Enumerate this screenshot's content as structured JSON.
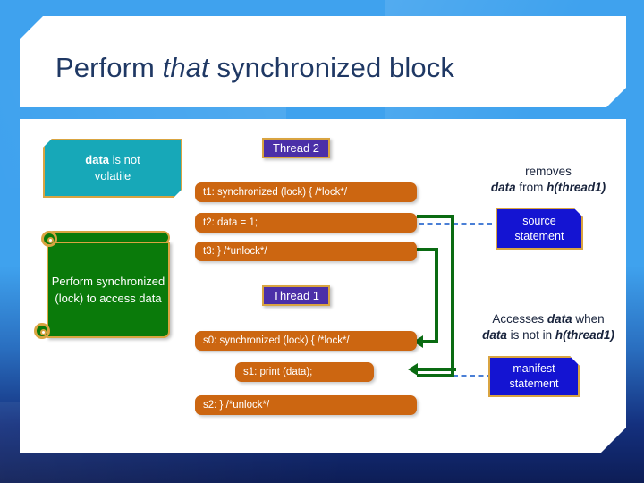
{
  "slide": {
    "title_prefix": "Perform ",
    "title_emphasis": "that",
    "title_suffix": " synchronized block"
  },
  "left_callouts": {
    "volatile_note": {
      "bold": "data",
      "rest": " is not",
      "line2": "volatile"
    },
    "perform_note": "Perform synchronized (lock) to access data"
  },
  "thread2": {
    "badge": "Thread 2",
    "statements": [
      {
        "id": "t1",
        "text": "t1: synchronized (lock) { /*lock*/"
      },
      {
        "id": "t2",
        "text": "t2:     data = 1;"
      },
      {
        "id": "t3",
        "text": "t3: } /*unlock*/"
      }
    ]
  },
  "thread1": {
    "badge": "Thread 1",
    "statements": [
      {
        "id": "s0",
        "text": "s0: synchronized (lock) { /*lock*/"
      },
      {
        "id": "s1",
        "text": "s1: print (data);"
      },
      {
        "id": "s2",
        "text": "s2: } /*unlock*/"
      }
    ]
  },
  "annotations": {
    "source": {
      "line1": "removes",
      "line2_a": "data",
      "line2_b": " from ",
      "line2_c": "h(thread1)",
      "box_line1": "source",
      "box_line2": "statement"
    },
    "manifest": {
      "line1_a": "Accesses ",
      "line1_b": "data",
      "line1_c": " when",
      "line2_a": "data",
      "line2_b": " is not in ",
      "line2_c": "h(thread1)",
      "box_line1": "manifest",
      "box_line2": "statement"
    }
  },
  "colors": {
    "background_top": "#3fa2ee",
    "background_bottom": "#0d1d56",
    "panel": "#ffffff",
    "title_text": "#1f3864",
    "teal": "#17a8b8",
    "green": "#0a7a0a",
    "orange": "#cc6611",
    "gold_border": "#d9a441",
    "purple": "#4b2fa8",
    "blue_box": "#1414d2",
    "connector_green": "#0a6b12",
    "connector_blue_dashed": "#4a7fd6"
  }
}
